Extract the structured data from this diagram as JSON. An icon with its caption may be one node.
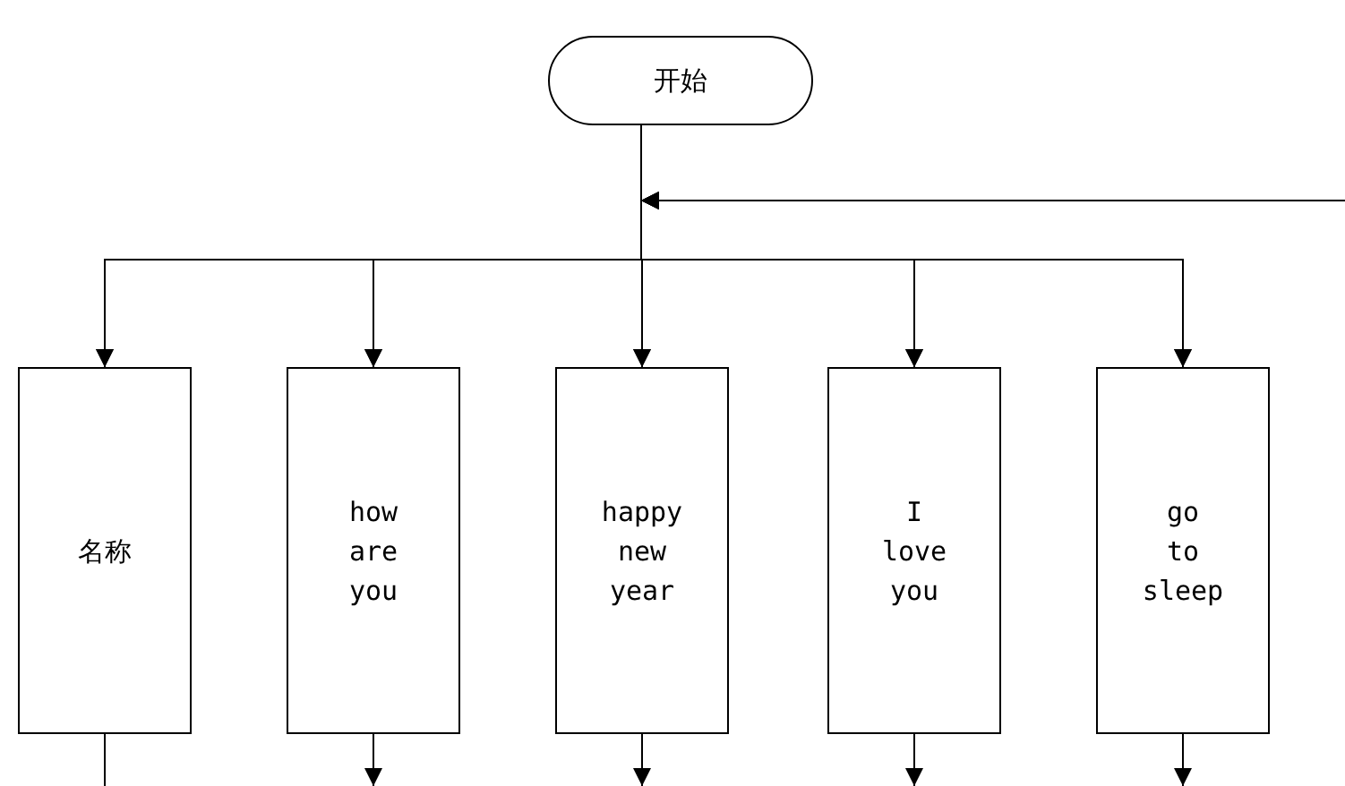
{
  "diagram": {
    "nodes": [
      {
        "text": [
          "开始"
        ]
      },
      {
        "text": [
          "名称"
        ]
      },
      {
        "text": [
          "how are you"
        ]
      },
      {
        "text": [
          "happy new year"
        ]
      },
      {
        "text": [
          "I love you"
        ]
      },
      {
        "text": [
          "go to sleep"
        ]
      }
    ],
    "edges": [
      {
        "from": 0,
        "to": 1,
        "arrow": "to"
      },
      {
        "from": 0,
        "to": 2,
        "arrow": "to"
      },
      {
        "from": 0,
        "to": 3,
        "arrow": "to"
      },
      {
        "from": 0,
        "to": 4,
        "arrow": "to"
      },
      {
        "from": 0,
        "to": 5,
        "arrow": "to"
      },
      {
        "from": null,
        "to": 1,
        "arrow": "to"
      },
      {
        "from": null,
        "to": 2,
        "arrow": "to"
      },
      {
        "from": null,
        "to": 3,
        "arrow": "to"
      },
      {
        "from": null,
        "to": 4,
        "arrow": "to"
      },
      {
        "from": null,
        "to": 5,
        "arrow": "to"
      },
      {
        "from": 1,
        "to": null,
        "arrow": "none"
      },
      {
        "from": 2,
        "to": null,
        "arrow": "to"
      },
      {
        "from": 3,
        "to": null,
        "arrow": "to"
      },
      {
        "from": 4,
        "to": null,
        "arrow": "to"
      },
      {
        "from": 5,
        "to": null,
        "arrow": "to"
      }
    ]
  }
}
